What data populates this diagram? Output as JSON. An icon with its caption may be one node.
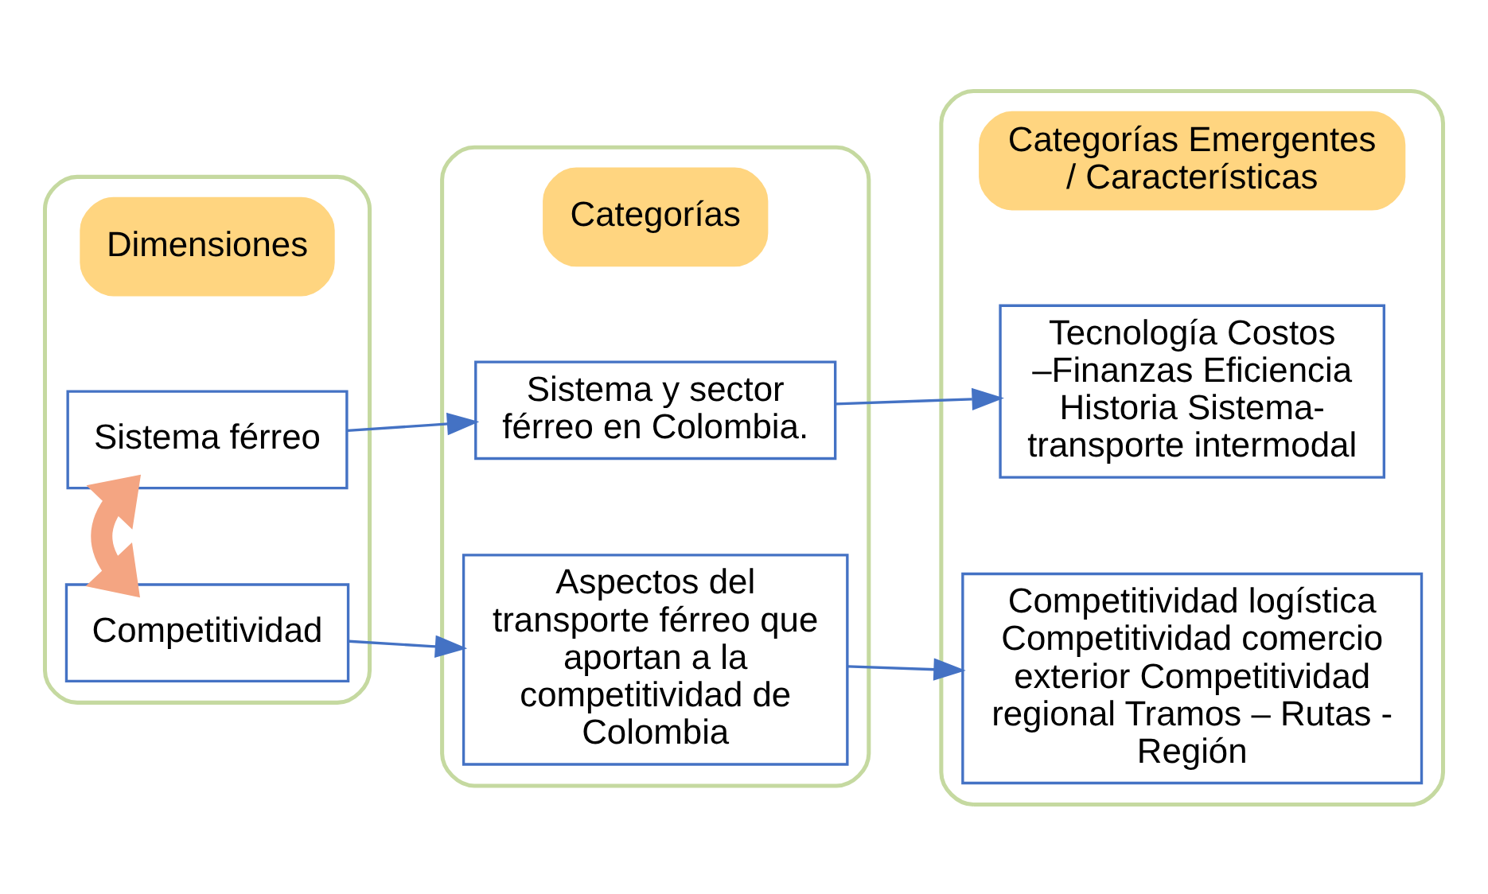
{
  "diagram": {
    "nodes": [
      {
        "text": [],
        "shape": "box"
      },
      {
        "text": [
          "Dimensiones"
        ],
        "in": 0
      },
      {
        "text": [
          "Sistema férreo"
        ],
        "in": 0
      },
      {
        "text": [
          "Competitividad"
        ],
        "in": 0
      },
      {
        "text": [],
        "shape": "box"
      },
      {
        "text": [
          "Categorías"
        ],
        "in": 4
      },
      {
        "text": [
          "Sistema y sector férreo en Colombia."
        ],
        "in": 4
      },
      {
        "text": [
          "Aspectos del transporte férreo que aportan a la competitividad de Colombia"
        ],
        "in": 4
      },
      {
        "text": [],
        "shape": "box"
      },
      {
        "text": [
          "Categorías Emergentes / Características"
        ],
        "in": 8
      },
      {
        "text": [
          "Tecnología Costos –Finanzas Eficiencia Historia Sistema- transporte intermodal"
        ],
        "in": 8
      },
      {
        "text": [
          "Competitividad logística Competitividad comercio exterior Competitividad regional Tramos – Rutas - Región"
        ],
        "in": 8
      }
    ],
    "edges": [
      {
        "from": 2,
        "to": 3,
        "arrow": "both",
        "style": "thick",
        "color": "#f4a582"
      },
      {
        "from": 2,
        "to": 6,
        "arrow": "to"
      },
      {
        "from": 3,
        "to": 7,
        "arrow": "to"
      },
      {
        "from": 6,
        "to": 10,
        "arrow": "to"
      },
      {
        "from": 7,
        "to": 11,
        "arrow": "to"
      }
    ]
  }
}
